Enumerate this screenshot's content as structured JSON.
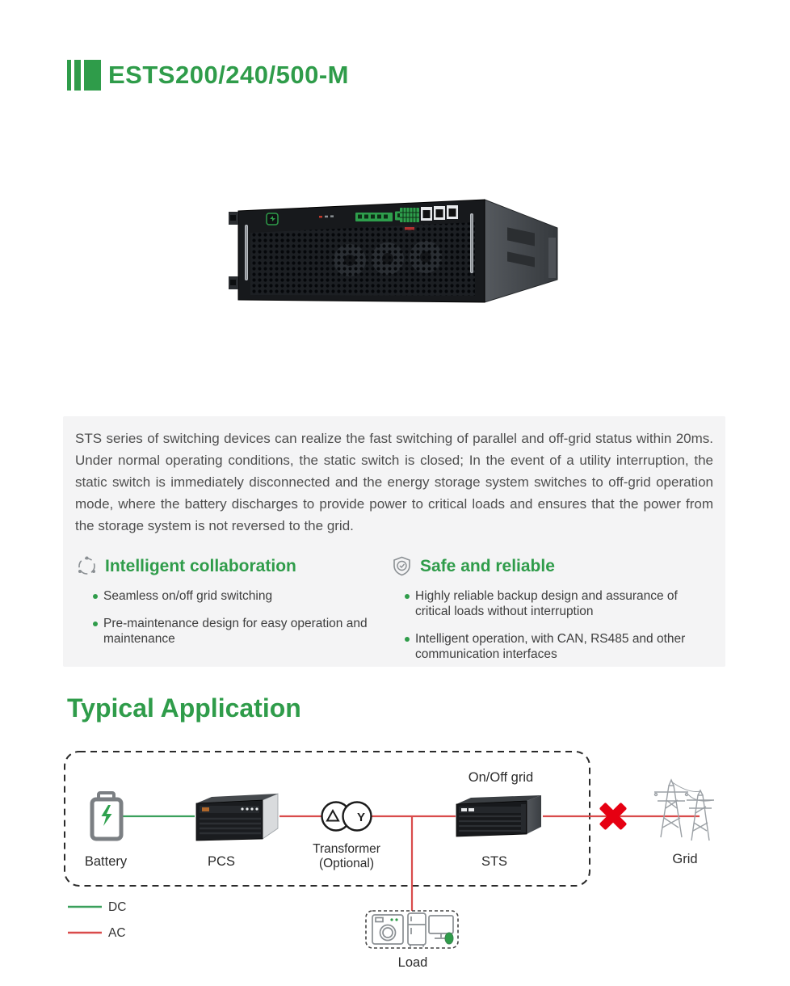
{
  "header": {
    "title": "ESTS200/240/500-M"
  },
  "intro": {
    "description": "STS series of switching devices can realize the fast switching of parallel and off-grid status within 20ms. Under normal operating conditions, the static switch is closed; In the event of a utility interruption, the static switch is immediately disconnected and the energy storage system switches to off-grid operation mode, where the battery discharges to provide power to critical loads and ensures that the power from the storage system is not reversed to the grid."
  },
  "features": [
    {
      "title": "Intelligent collaboration",
      "icon": "collaboration-icon",
      "bullets": [
        "Seamless on/off grid switching",
        "Pre-maintenance design for easy operation and maintenance"
      ]
    },
    {
      "title": "Safe and reliable",
      "icon": "shield-check-icon",
      "bullets": [
        "Highly reliable backup design and assurance of critical loads without interruption",
        "Intelligent operation, with CAN, RS485 and other communication interfaces"
      ]
    }
  ],
  "application": {
    "heading": "Typical Application",
    "labels": {
      "on_off_grid": "On/Off grid",
      "battery": "Battery",
      "pcs": "PCS",
      "transformer": "Transformer",
      "transformer_optional": "(Optional)",
      "sts": "STS",
      "grid": "Grid",
      "load": "Load"
    },
    "transformer_symbols": {
      "primary": "Δ",
      "secondary": "Y"
    },
    "legend": [
      {
        "label": "DC",
        "color": "#3aa05c"
      },
      {
        "label": "AC",
        "color": "#d94b4b"
      }
    ]
  },
  "colors": {
    "brand_green": "#2f9c4a",
    "dc_line": "#3aa05c",
    "ac_line": "#d94b4b",
    "disconnect_red": "#e60012",
    "intro_panel_gray": "#f4f4f5"
  }
}
